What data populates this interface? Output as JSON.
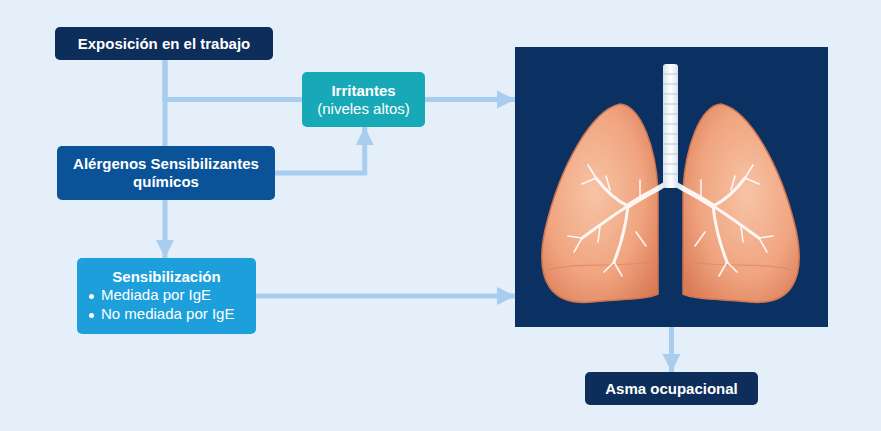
{
  "diagram": {
    "nodes": [
      {
        "text": [
          "Exposición en el trabajo"
        ]
      },
      {
        "text": [
          "Irritantes",
          "(niveles altos)"
        ]
      },
      {
        "text": [
          "Alérgenos Sensibilizantes químicos"
        ]
      },
      {
        "text": [
          "Sensibilización",
          "Mediada por IgE",
          "No mediada por IgE"
        ]
      },
      {
        "text": []
      },
      {
        "text": [
          "Asma ocupacional"
        ]
      }
    ],
    "edges": [
      {
        "from": 0,
        "to": 1,
        "arrow": "none"
      },
      {
        "from": 0,
        "to": 2,
        "arrow": "none"
      },
      {
        "from": 2,
        "to": 3,
        "arrow": "to"
      },
      {
        "from": 2,
        "to": 1,
        "arrow": "to"
      },
      {
        "from": 1,
        "to": 4,
        "arrow": "to"
      },
      {
        "from": 3,
        "to": 4,
        "arrow": "to"
      },
      {
        "from": 4,
        "to": 5,
        "arrow": "to"
      }
    ]
  }
}
